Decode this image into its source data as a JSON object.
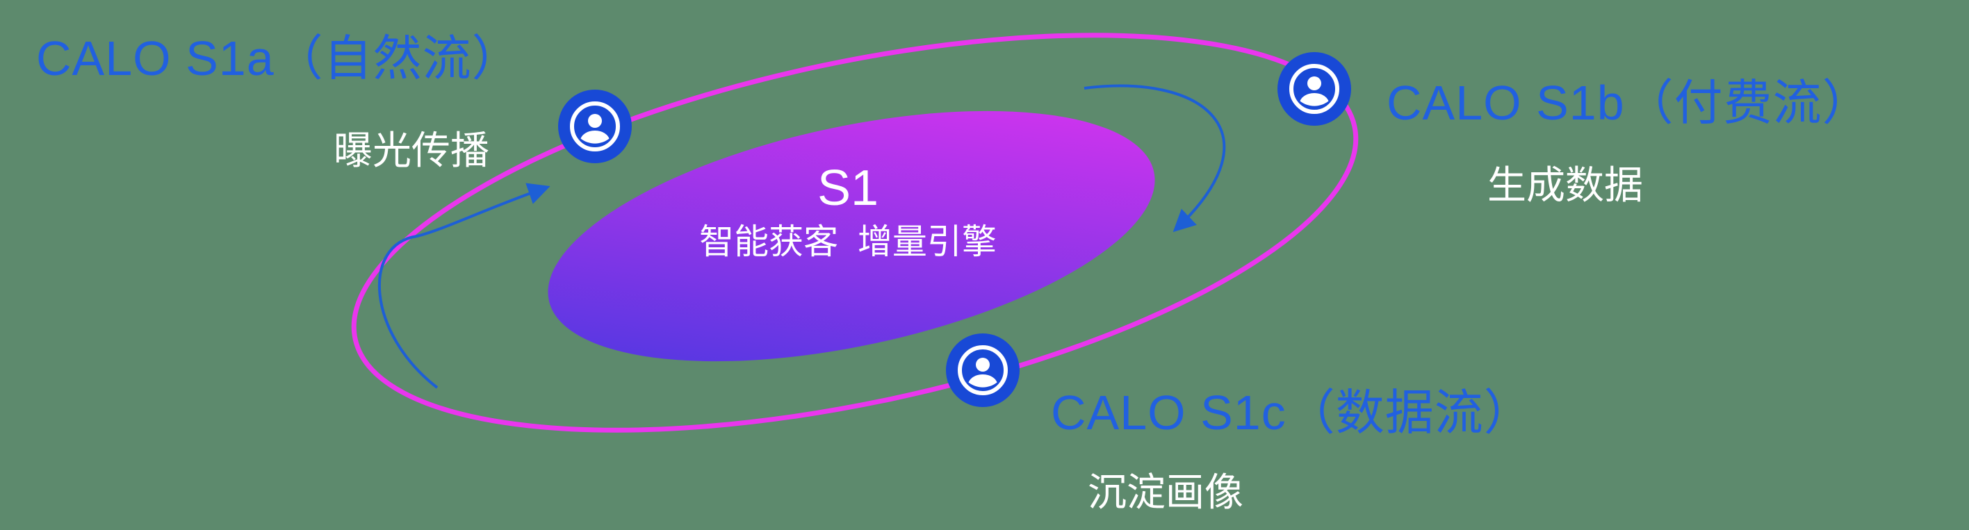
{
  "diagram": {
    "background_color": "#5d8a6d",
    "orbit_color": "#ea36ee",
    "arrow_color": "#1d5fd6",
    "node_color": "#1849d6",
    "label_color": "#2160e0",
    "center": {
      "title": "S1",
      "subtitle": "智能获客  增量引擎",
      "gradient_start": "#4338e0",
      "gradient_end": "#e233f0"
    },
    "nodes": [
      {
        "id": "s1a",
        "title": "CALO S1a（自然流）",
        "subtitle": "曝光传播"
      },
      {
        "id": "s1b",
        "title": "CALO S1b（付费流）",
        "subtitle": "生成数据"
      },
      {
        "id": "s1c",
        "title": "CALO S1c（数据流）",
        "subtitle": "沉淀画像"
      }
    ]
  }
}
